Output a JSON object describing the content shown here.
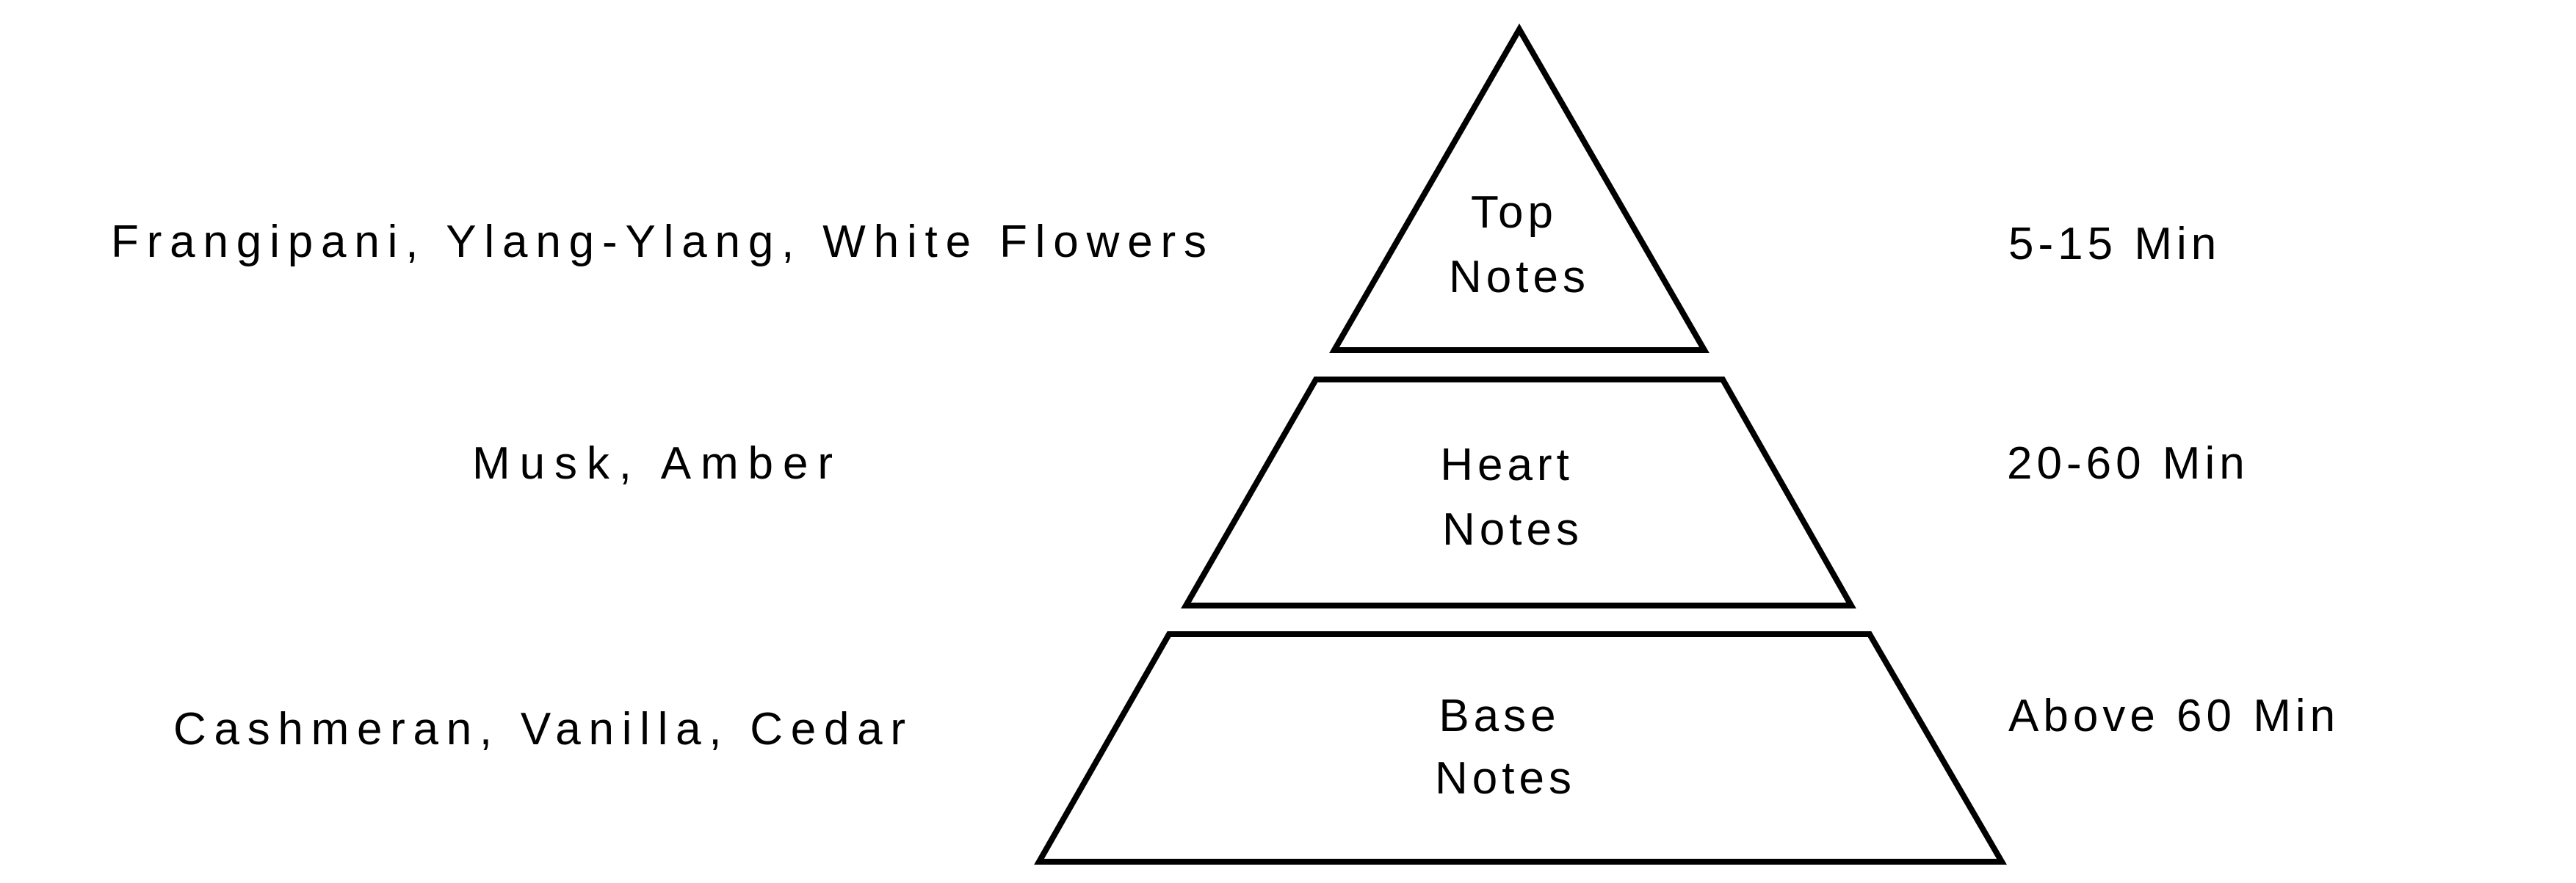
{
  "colors": {
    "stroke": "#000000",
    "text": "#000000",
    "background": "#ffffff"
  },
  "tiers": [
    {
      "label_line1": "Top",
      "label_line2": "Notes",
      "ingredients": "Frangipani, Ylang-Ylang, White Flowers",
      "duration": "5-15 Min"
    },
    {
      "label_line1": "Heart",
      "label_line2": "Notes",
      "ingredients": "Musk, Amber",
      "duration": "20-60 Min"
    },
    {
      "label_line1": "Base",
      "label_line2": "Notes",
      "ingredients": "Cashmeran, Vanilla, Cedar",
      "duration": "Above 60 Min"
    }
  ]
}
